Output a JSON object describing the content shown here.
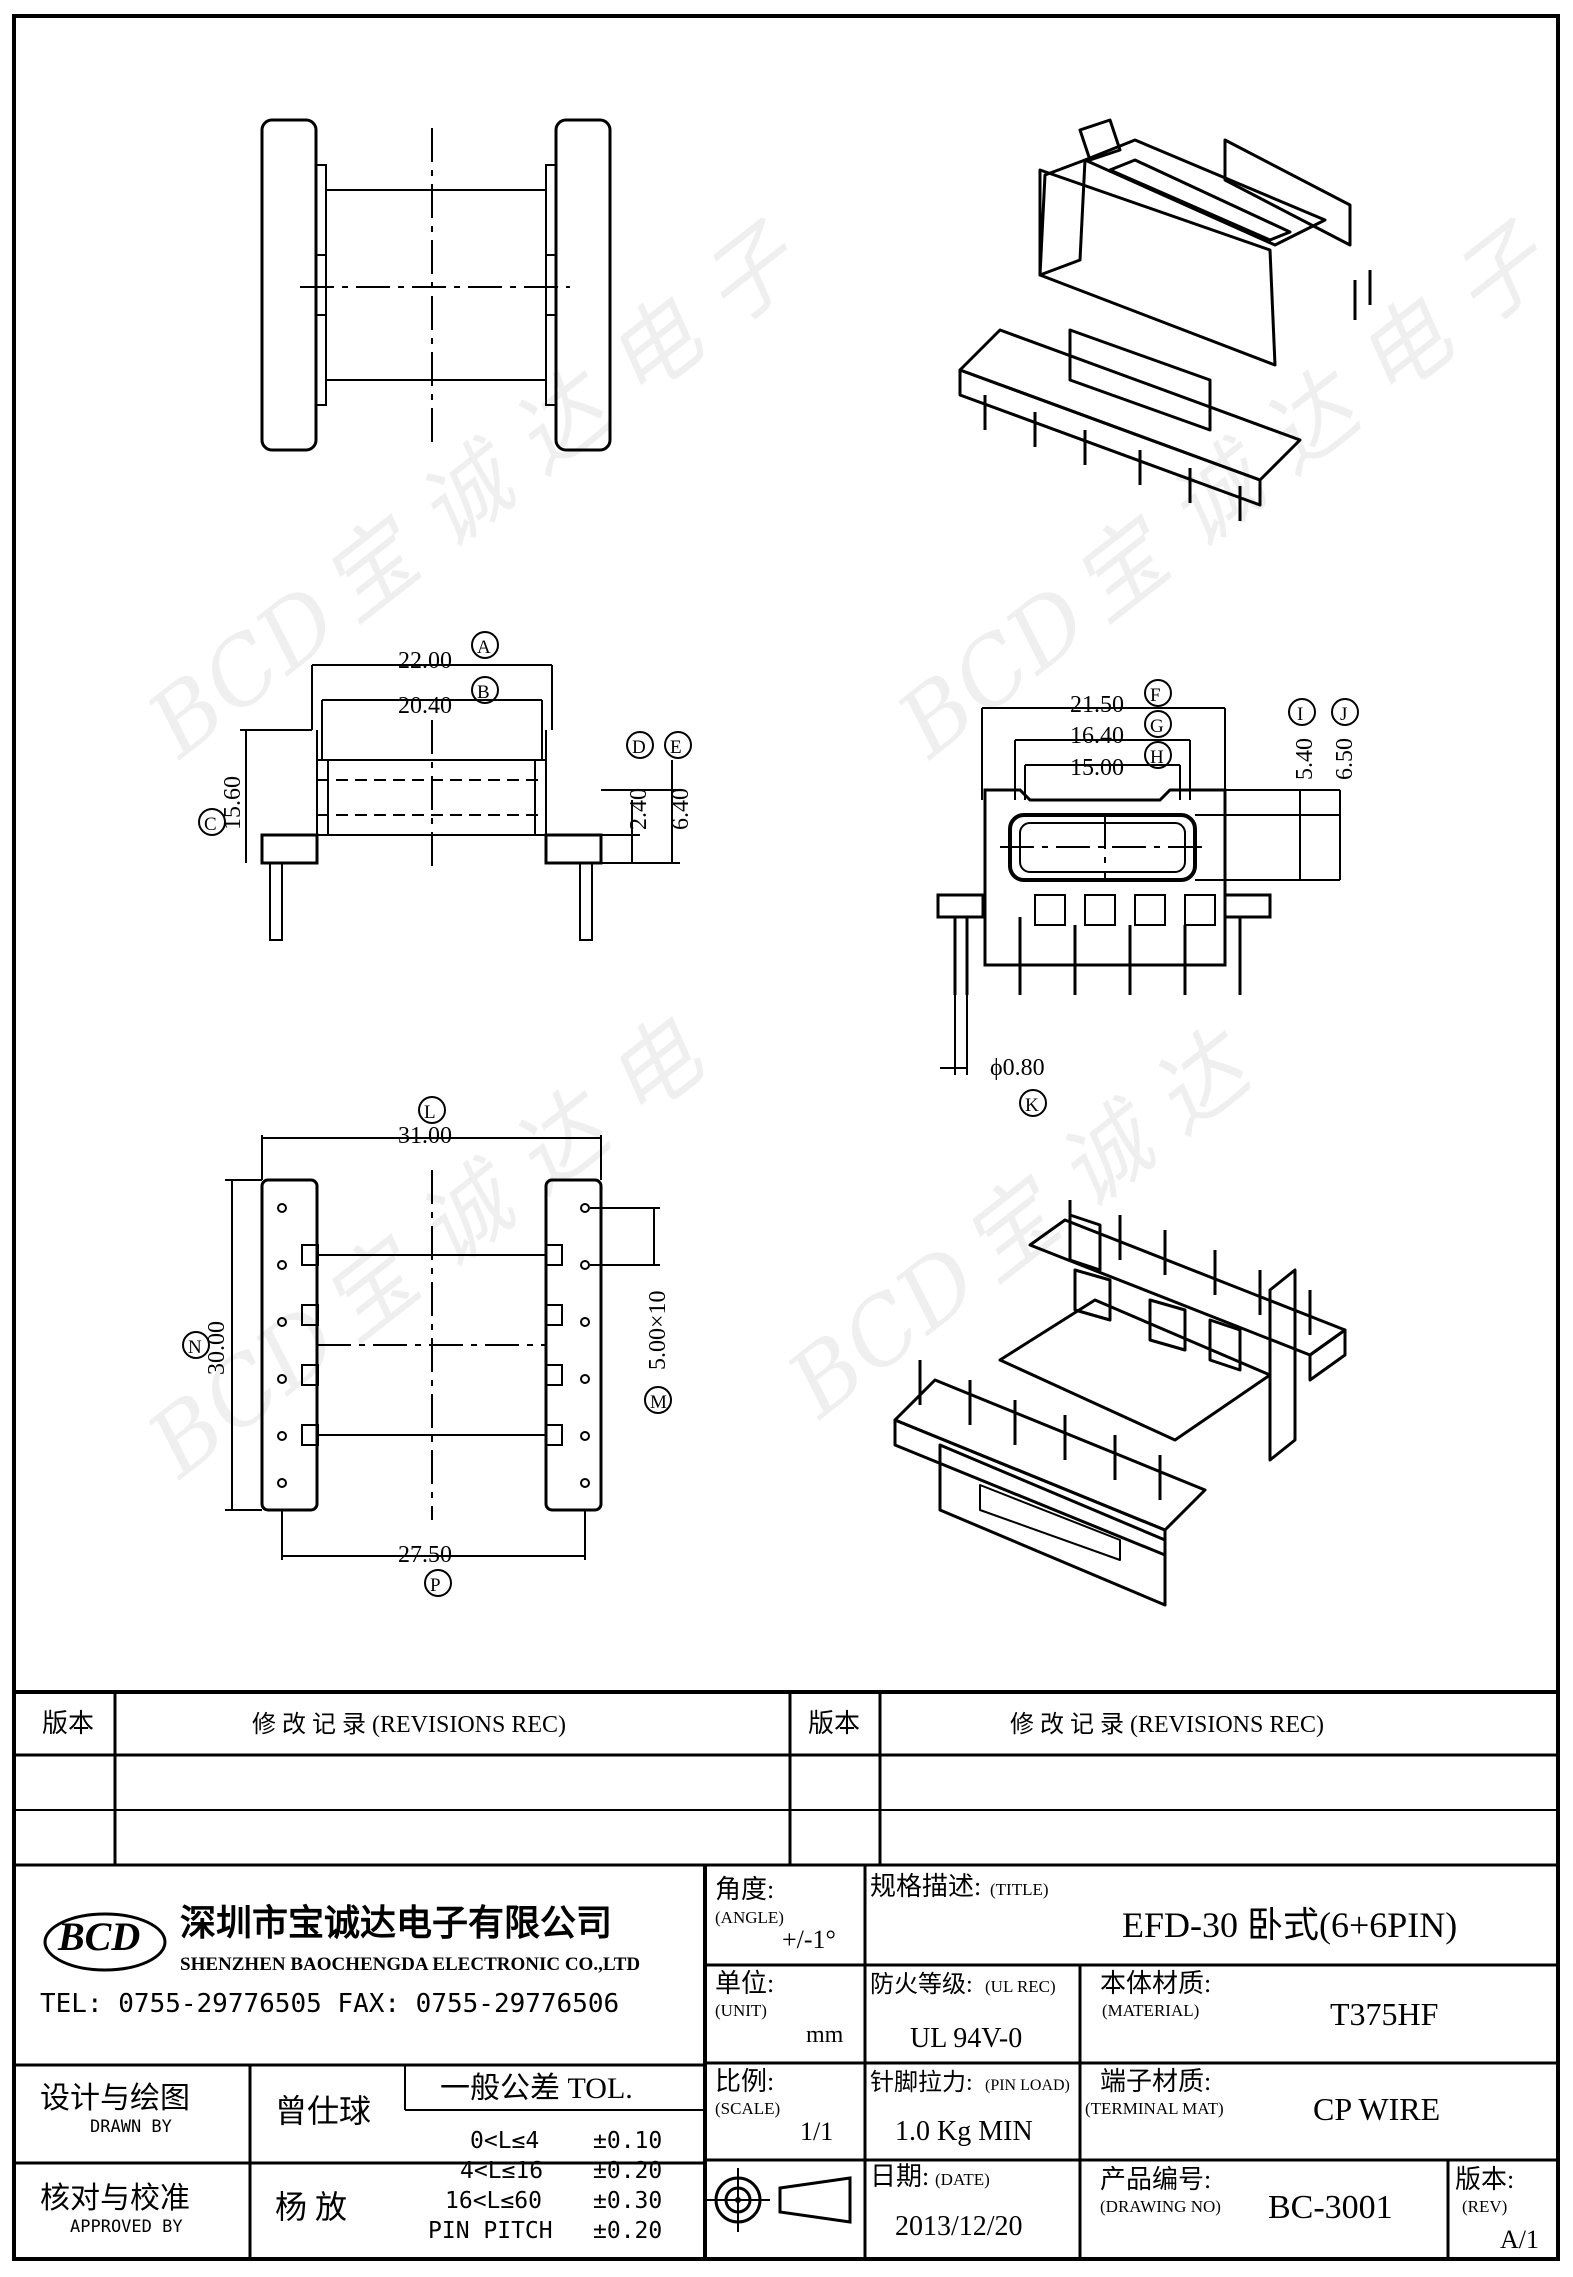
{
  "dims": {
    "a": "22.00",
    "b": "20.40",
    "c": "15.60",
    "d": "2.40",
    "e": "6.40",
    "f": "21.50",
    "g": "16.40",
    "h": "15.00",
    "i": "5.40",
    "j": "6.50",
    "k": "ϕ0.80",
    "l": "31.00",
    "m": "5.00×10",
    "n": "30.00",
    "p": "27.50"
  },
  "markers": {
    "a": "A",
    "b": "B",
    "c": "C",
    "d": "D",
    "e": "E",
    "f": "F",
    "g": "G",
    "h": "H",
    "i": "I",
    "j": "J",
    "k": "K",
    "l": "L",
    "m": "M",
    "n": "N",
    "p": "P"
  },
  "watermark": [
    "BCD",
    "宝",
    "诚",
    "达",
    "电",
    "子"
  ],
  "revisions": {
    "left": {
      "ver_header": "版本",
      "rec_header": "修  改  记  录  (REVISIONS REC)"
    },
    "right": {
      "ver_header": "版本",
      "rec_header": "修  改  记  录  (REVISIONS REC)"
    }
  },
  "company": {
    "logo": "BCD",
    "name_cn": "深圳市宝诚达电子有限公司",
    "name_en": "SHENZHEN BAOCHENGDA ELECTRONIC CO.,LTD",
    "tel": "TEL: 0755-29776505  FAX: 0755-29776506"
  },
  "title_block": {
    "angle_label": "角度:",
    "angle_en": "(ANGLE)",
    "angle_value": "+/-1°",
    "title_label": "规格描述:",
    "title_en": "(TITLE)",
    "title_value": "EFD-30 卧式(6+6PIN)",
    "unit_label": "单位:",
    "unit_en": "(UNIT)",
    "unit_value": "mm",
    "ul_label": "防火等级:",
    "ul_en": "(UL REC)",
    "ul_value": "UL 94V-0",
    "material_label": "本体材质:",
    "material_en": "(MATERIAL)",
    "material_value": "T375HF",
    "scale_label": "比例:",
    "scale_en": "(SCALE)",
    "scale_value": "1/1",
    "pinload_label": "针脚拉力:",
    "pinload_en": "(PIN LOAD)",
    "pinload_value": "1.0 Kg MIN",
    "terminal_label": "端子材质:",
    "terminal_en": "(TERMINAL MAT)",
    "terminal_value": "CP WIRE",
    "date_label": "日期:",
    "date_en": "(DATE)",
    "date_value": "2013/12/20",
    "drawing_label": "产品编号:",
    "drawing_en": "(DRAWING NO)",
    "drawing_value": "BC-3001",
    "rev_label": "版本:",
    "rev_en": "(REV)",
    "rev_value": "A/1",
    "drawn_label": "设计与绘图",
    "drawn_en": "DRAWN BY",
    "drawn_name": "曾仕球",
    "approved_label": "核对与校准",
    "approved_en": "APPROVED BY",
    "approved_name": "杨  放",
    "tol_title": "一般公差  TOL.",
    "tolerances": [
      {
        "range": "0<L≤4",
        "value": "±0.10"
      },
      {
        "range": "4<L≤16",
        "value": "±0.20"
      },
      {
        "range": "16<L≤60",
        "value": "±0.30"
      },
      {
        "range": "PIN PITCH",
        "value": "±0.20"
      }
    ]
  }
}
